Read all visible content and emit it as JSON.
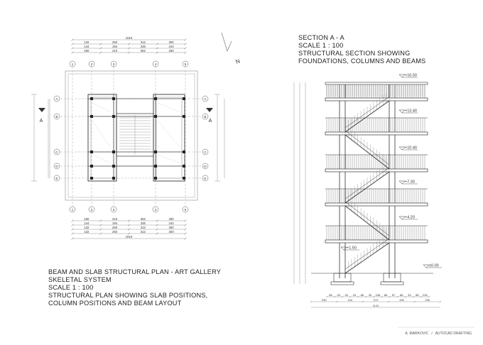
{
  "plan": {
    "title_lines": [
      "BEAM AND SLAB STRUCTURAL PLAN - ART GALLERY",
      "SKELETAL SYSTEM",
      "SCALE 1 : 100",
      "STRUCTURAL PLAN SHOWING SLAB POSITIONS,",
      "COLUMN POSITIONS AND BEAM LAYOUT"
    ],
    "north_label": "N",
    "section_marker": "A",
    "grid_cols": [
      "1",
      "2",
      "3",
      "4",
      "5"
    ],
    "grid_rows": [
      "A",
      "B",
      "C",
      "D",
      "E"
    ],
    "top_dims": {
      "overall": "1010",
      "row1": [
        "132",
        "250",
        "312",
        "300"
      ],
      "row2": [
        "144",
        "194",
        "336",
        "244"
      ],
      "row3": [
        "180",
        "210",
        "352",
        "260"
      ]
    },
    "bottom_dims": {
      "row1": [
        "180",
        "210",
        "352",
        "260"
      ],
      "row2": [
        "144",
        "194",
        "336",
        "244"
      ],
      "row3": [
        "132",
        "250",
        "312",
        "300"
      ],
      "row4": [
        "132",
        "250",
        "312",
        "300"
      ],
      "overall": "1010"
    }
  },
  "section": {
    "title_lines": [
      "SECTION A - A",
      "SCALE 1 : 100",
      "STRUCTURAL SECTION SHOWING",
      "FOUNDATIONS, COLUMNS AND BEAMS"
    ],
    "levels": [
      "+16.50",
      "+13.40",
      "+10.40",
      "+7.30",
      "+4.20",
      "+1.50",
      "±0.00"
    ],
    "bottom_dims_row1": [
      "66",
      "33",
      "34",
      "16",
      "86",
      "30",
      "248",
      "86",
      "67",
      "86",
      "33",
      "86",
      "230"
    ],
    "bottom_dims_row2": [
      "230",
      "134",
      "272",
      "195",
      "230"
    ],
    "bottom_overall": "1141"
  },
  "footer": {
    "author": "A. MARKOVIC",
    "separator": "/",
    "studio": "AUTOCAD DRAFTING"
  }
}
